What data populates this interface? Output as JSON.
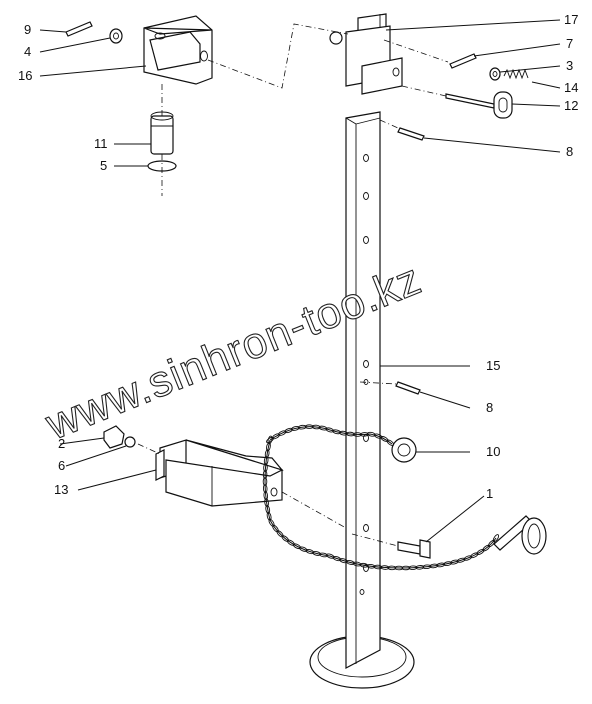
{
  "watermark": "www.sinhron-too.kz",
  "labels": [
    {
      "id": "9",
      "text": "9"
    },
    {
      "id": "4",
      "text": "4"
    },
    {
      "id": "16",
      "text": "16"
    },
    {
      "id": "11",
      "text": "11"
    },
    {
      "id": "5",
      "text": "5"
    },
    {
      "id": "17",
      "text": "17"
    },
    {
      "id": "7",
      "text": "7"
    },
    {
      "id": "3",
      "text": "3"
    },
    {
      "id": "14",
      "text": "14"
    },
    {
      "id": "12",
      "text": "12"
    },
    {
      "id": "8a",
      "text": "8"
    },
    {
      "id": "15",
      "text": "15"
    },
    {
      "id": "8b",
      "text": "8"
    },
    {
      "id": "2",
      "text": "2"
    },
    {
      "id": "10",
      "text": "10"
    },
    {
      "id": "6",
      "text": "6"
    },
    {
      "id": "13",
      "text": "13"
    },
    {
      "id": "1",
      "text": "1"
    }
  ]
}
